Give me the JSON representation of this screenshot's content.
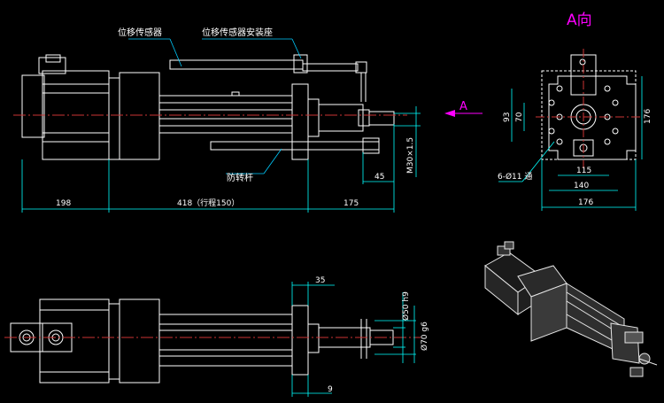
{
  "view_label": "A向",
  "arrow_label": "A",
  "callouts": {
    "sensor": "位移传感器",
    "sensor_mount": "位移传感器安装座",
    "anti_rotation_rod": "防转杆"
  },
  "dimensions": {
    "side_motor_len": "198",
    "side_body_len": "418（行程150）",
    "side_rod_len": "175",
    "side_thread_len": "45",
    "side_thread": "M30×1.5",
    "end_h_inner": "93",
    "end_h_small": "70",
    "end_h_outer": "176",
    "end_w_115": "115",
    "end_w_140": "140",
    "end_w_176": "176",
    "end_holes": "6-Ø11 通",
    "top_flange_w": "35",
    "top_dia_50": "Ø50 h9",
    "top_dia_70": "Ø70 g6",
    "top_offset": "9"
  },
  "colors": {
    "background": "#000000",
    "outline": "#ffffff",
    "dimension": "#00ffff",
    "centerline": "#cc3333",
    "leader": "#00ccff",
    "view_label": "#ff00ff"
  }
}
